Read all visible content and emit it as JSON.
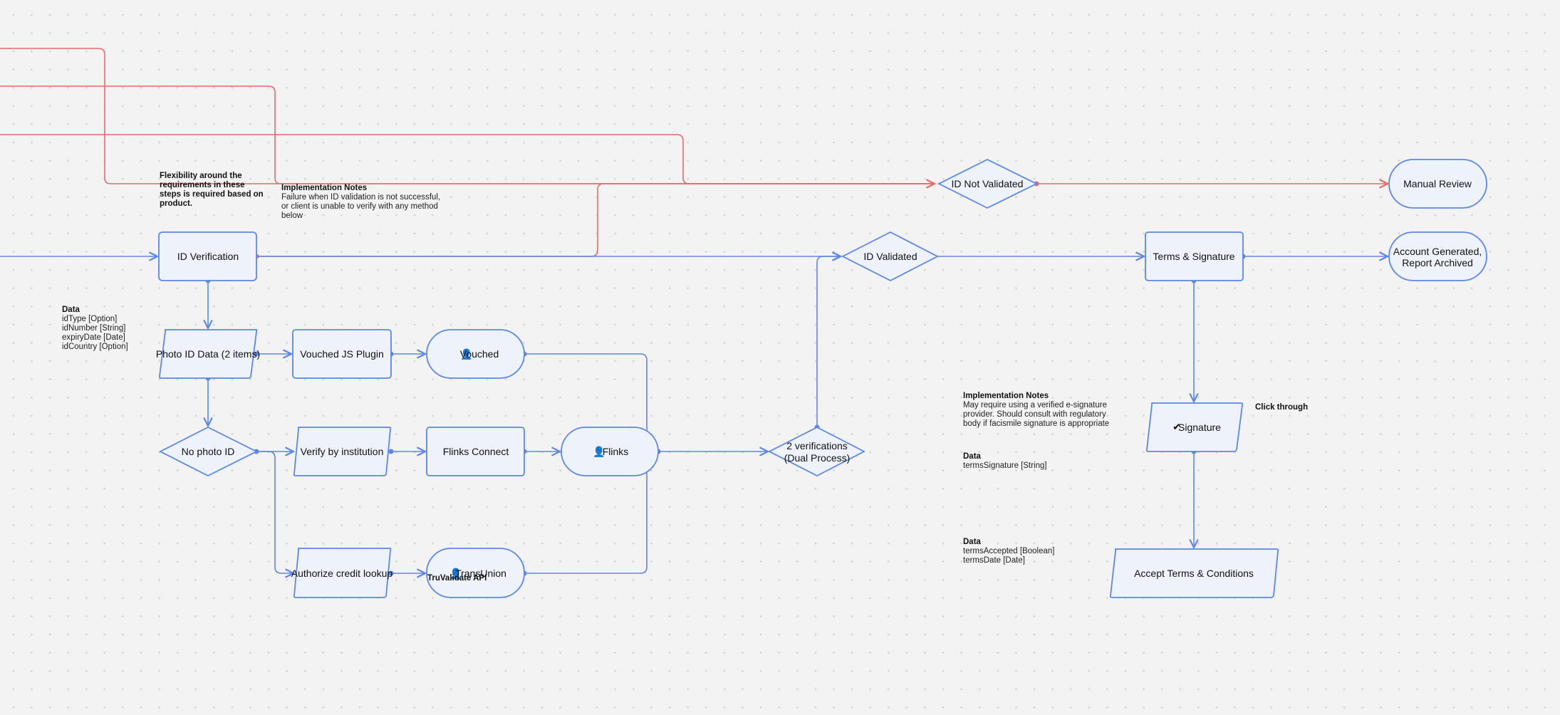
{
  "colors": {
    "blue": "#5c87e8",
    "red": "#e86a6a",
    "node_fill": "#eef3fb",
    "background": "#f3f3f3"
  },
  "nodes": {
    "id_verification": "ID Verification",
    "photo_id_data": "Photo ID Data (2 items)",
    "no_photo_id": "No photo ID",
    "vouched_js_plugin": "Vouched JS Plugin",
    "vouched": "Vouched",
    "verify_by_institution": "Verify by institution",
    "flinks_connect": "Flinks Connect",
    "flinks": "Flinks",
    "authorize_credit_lookup": "Authorize credit lookup",
    "transunion": "TransUnion",
    "two_verifications_line1": "2 verifications",
    "two_verifications_line2": "(Dual Process)",
    "id_validated": "ID Validated",
    "id_not_validated": "ID Not Validated",
    "manual_review": "Manual Review",
    "terms_signature": "Terms & Signature",
    "account_generated_line1": "Account Generated,",
    "account_generated_line2": "Report Archived",
    "signature": "Signature",
    "accept_terms": "Accept Terms & Conditions"
  },
  "edge_labels": {
    "truvalidate_api": "TruValidate API"
  },
  "icons": {
    "person": "person-icon",
    "check": "check-icon"
  },
  "notes": {
    "flexibility": [
      "Flexibility around the",
      "requirements in these",
      "steps is required based on",
      "product."
    ],
    "impl1_title": "Implementation Notes",
    "impl1_lines": [
      "Failure when ID validation is not successful,",
      "or client is unable to verify with any method",
      "below"
    ],
    "data1_title": "Data",
    "data1_lines": [
      "idType [Option]",
      "idNumber [String]",
      "expiryDate [Date]",
      "idCountry [Option]"
    ],
    "impl2_title": "Implementation Notes",
    "impl2_lines": [
      "May require using a verified e-signature",
      "provider. Should consult with regulatory",
      "body if facismile signature is appropriate"
    ],
    "data2_title": "Data",
    "data2_lines": [
      "termsSignature [String]"
    ],
    "data3_title": "Data",
    "data3_lines": [
      "termsAccepted [Boolean]",
      "termsDate [Date]"
    ],
    "click_through": "Click through"
  }
}
